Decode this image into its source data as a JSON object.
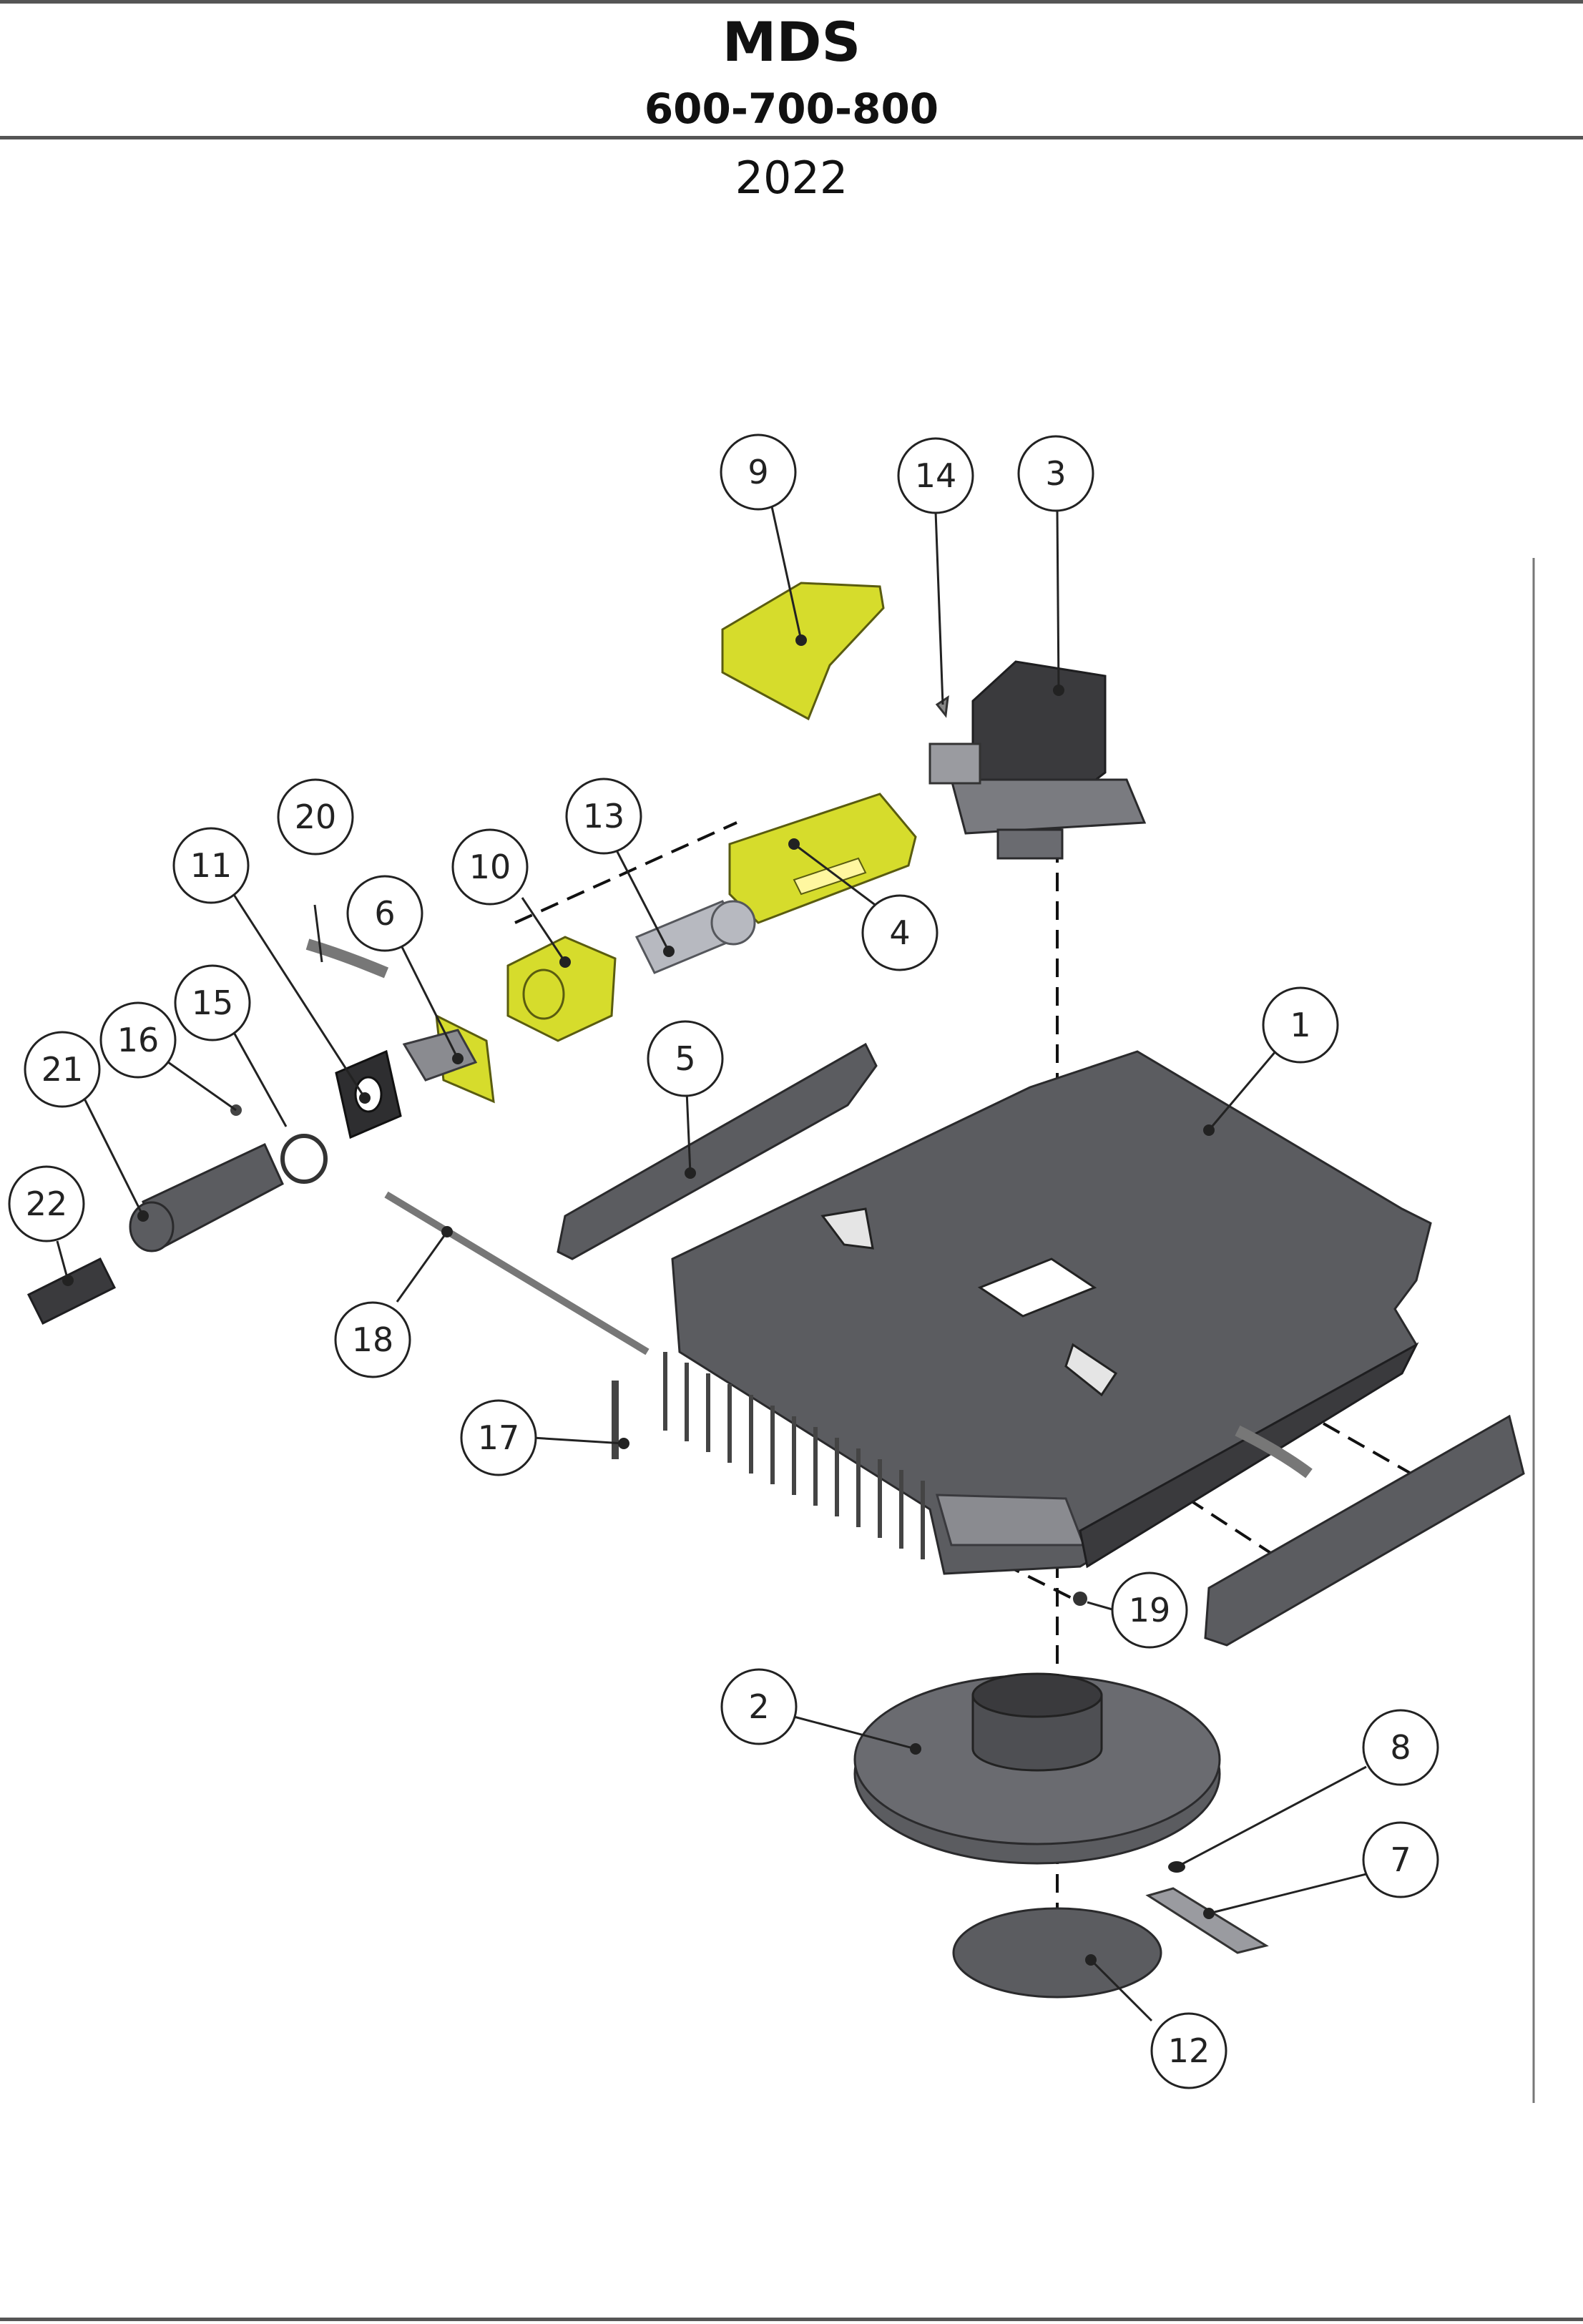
{
  "header": {
    "title": "MDS",
    "subtitle": "600-700-800",
    "year": "2022"
  },
  "callouts": {
    "c1": "1",
    "c2": "2",
    "c3": "3",
    "c4": "4",
    "c5": "5",
    "c6": "6",
    "c7": "7",
    "c8": "8",
    "c9": "9",
    "c10": "10",
    "c11": "11",
    "c12": "12",
    "c13": "13",
    "c14": "14",
    "c15": "15",
    "c16": "16",
    "c17": "17",
    "c18": "18",
    "c19": "19",
    "c20": "20",
    "c21": "21",
    "c22": "22"
  },
  "colors": {
    "guard_yellow": "#d6dc2c",
    "deck_gray": "#5b5c60",
    "steel": "#b7b9c0"
  }
}
